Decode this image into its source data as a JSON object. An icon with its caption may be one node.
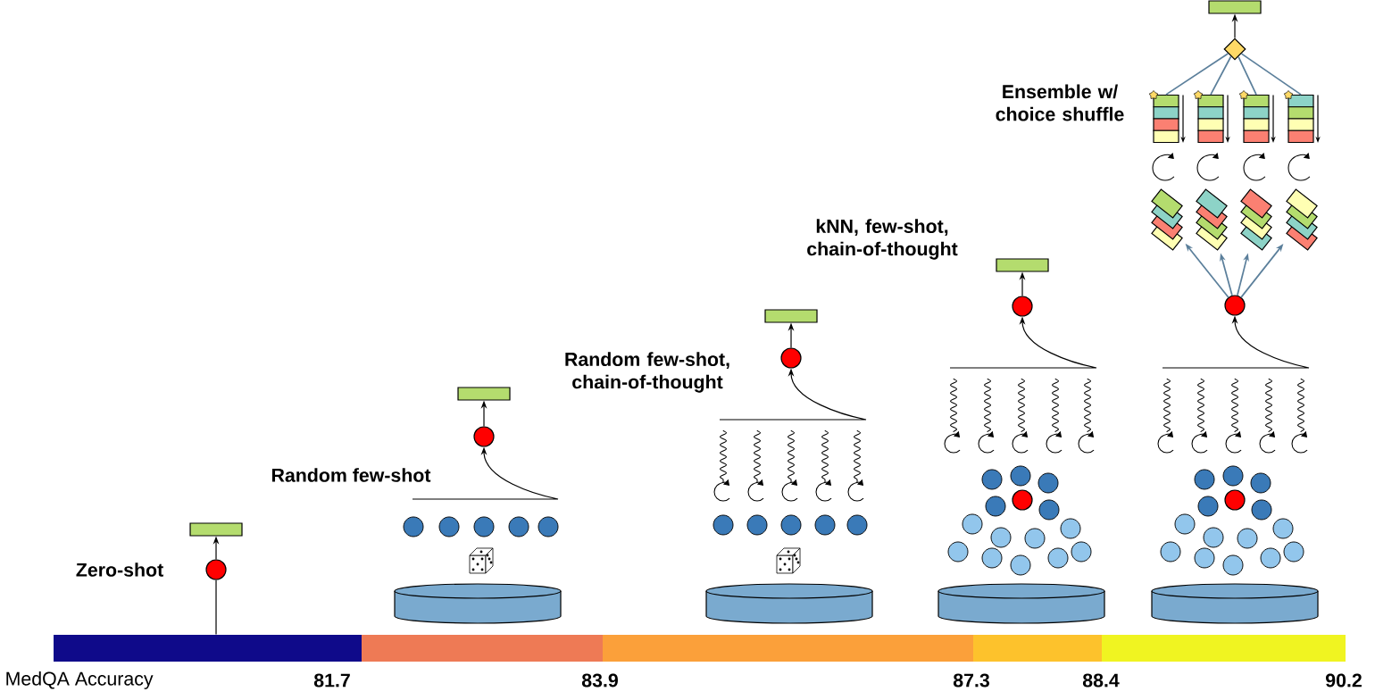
{
  "diagram": {
    "nodes": [
      {
        "text": [],
        "shape": "circle"
      },
      {
        "text": [],
        "shape": "bar"
      },
      {
        "text": [],
        "shape": "circle"
      },
      {
        "text": [],
        "shape": "bar"
      },
      {
        "text": [],
        "shape": "circle"
      },
      {
        "text": [],
        "shape": "bar"
      },
      {
        "text": [],
        "shape": "circle"
      },
      {
        "text": [],
        "shape": "bar"
      },
      {
        "text": [],
        "shape": "circle"
      },
      {
        "text": [],
        "shape": "picture"
      },
      {
        "text": [],
        "shape": "picture"
      },
      {
        "text": [],
        "shape": "picture"
      },
      {
        "text": [],
        "shape": "picture"
      },
      {
        "text": [],
        "shape": "box"
      },
      {
        "text": [],
        "shape": "box"
      },
      {
        "text": [],
        "shape": "box"
      },
      {
        "text": [],
        "shape": "box"
      },
      {
        "text": [],
        "shape": "diamond"
      },
      {
        "text": [],
        "shape": "bar"
      },
      {
        "text": [],
        "shape": "circle"
      },
      {
        "text": [],
        "shape": "circle"
      },
      {
        "text": [],
        "shape": "band"
      }
    ],
    "edges": [
      {
        "from": 21,
        "to": 0,
        "arrow": "none"
      },
      {
        "from": 0,
        "to": 1,
        "arrow": "to"
      },
      {
        "from": null,
        "to": 2,
        "arrow": "to"
      },
      {
        "from": 2,
        "to": 3,
        "arrow": "to"
      },
      {
        "from": null,
        "to": 4,
        "arrow": "to"
      },
      {
        "from": 4,
        "to": 5,
        "arrow": "to"
      },
      {
        "from": null,
        "to": 6,
        "arrow": "to"
      },
      {
        "from": 6,
        "to": 7,
        "arrow": "to"
      },
      {
        "from": null,
        "to": 8,
        "arrow": "to"
      },
      {
        "from": 8,
        "to": 9,
        "arrow": "to",
        "color": "#5b7f9b"
      },
      {
        "from": 8,
        "to": 10,
        "arrow": "to",
        "color": "#5b7f9b"
      },
      {
        "from": 8,
        "to": 11,
        "arrow": "to",
        "color": "#5b7f9b"
      },
      {
        "from": 8,
        "to": 12,
        "arrow": "to",
        "color": "#5b7f9b"
      },
      {
        "from": 13,
        "to": 17,
        "arrow": "none",
        "color": "#5b7f9b"
      },
      {
        "from": 14,
        "to": 17,
        "arrow": "none",
        "color": "#5b7f9b"
      },
      {
        "from": 15,
        "to": 17,
        "arrow": "none",
        "color": "#5b7f9b"
      },
      {
        "from": 16,
        "to": 17,
        "arrow": "none",
        "color": "#5b7f9b"
      },
      {
        "from": 17,
        "to": 18,
        "arrow": "to"
      }
    ],
    "labels": [
      "Zero-shot",
      "Random few-shot",
      "Random few-shot, chain-of-thought",
      "kNN, few-shot, chain-of-thought",
      "Ensemble w/ choice shuffle",
      "MedQA Accuracy",
      "81.7",
      "83.9",
      "87.3",
      "88.4",
      "90.2"
    ]
  }
}
